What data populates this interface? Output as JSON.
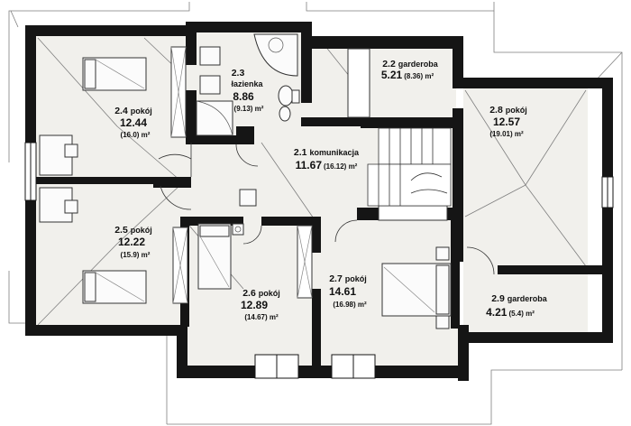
{
  "rooms": [
    {
      "id": "r21",
      "number": "2.1",
      "name": "komunikacja",
      "area": "11.67",
      "area_total": "(16.12) m²"
    },
    {
      "id": "r22",
      "number": "2.2",
      "name": "garderoba",
      "area": "5.21",
      "area_total": "(8.36) m²"
    },
    {
      "id": "r23",
      "number": "2.3",
      "name": "łazienka",
      "area": "8.86",
      "area_total": "(9.13) m²"
    },
    {
      "id": "r24",
      "number": "2.4",
      "name": "pokój",
      "area": "12.44",
      "area_total": "(16.0) m²"
    },
    {
      "id": "r25",
      "number": "2.5",
      "name": "pokój",
      "area": "12.22",
      "area_total": "(15.9) m²"
    },
    {
      "id": "r26",
      "number": "2.6",
      "name": "pokój",
      "area": "12.89",
      "area_total": "(14.67) m²"
    },
    {
      "id": "r27",
      "number": "2.7",
      "name": "pokój",
      "area": "14.61",
      "area_total": "(16.98) m²"
    },
    {
      "id": "r28",
      "number": "2.8",
      "name": "pokój",
      "area": "12.57",
      "area_total": "(19.01) m²"
    },
    {
      "id": "r29",
      "number": "2.9",
      "name": "garderoba",
      "area": "4.21",
      "area_total": "(5.4) m²"
    }
  ],
  "colors": {
    "wall": "#151515",
    "floor": "#f1f0ec",
    "roof_line": "#7f7f7f",
    "background": "#ffffff"
  }
}
